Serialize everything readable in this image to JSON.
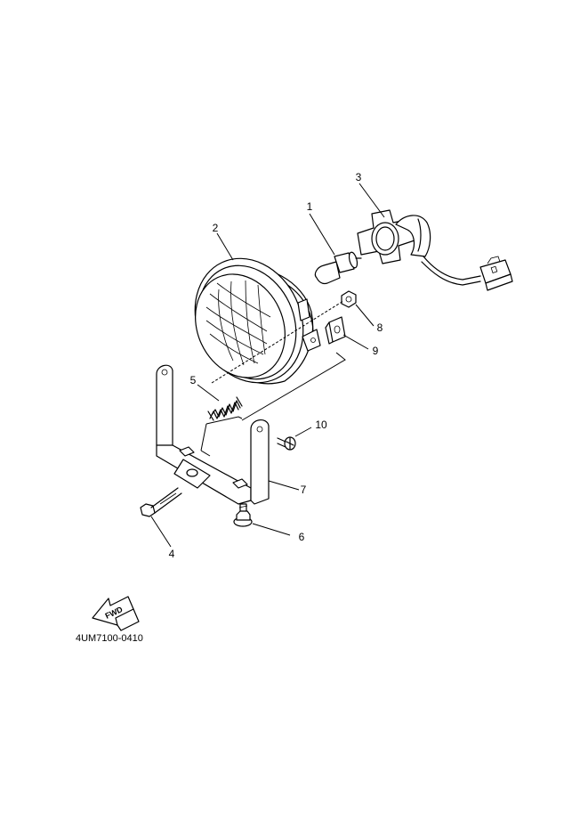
{
  "callouts": [
    {
      "id": "1",
      "label": "1"
    },
    {
      "id": "2",
      "label": "2"
    },
    {
      "id": "3",
      "label": "3"
    },
    {
      "id": "4",
      "label": "4"
    },
    {
      "id": "5",
      "label": "5"
    },
    {
      "id": "6",
      "label": "6"
    },
    {
      "id": "7",
      "label": "7"
    },
    {
      "id": "8",
      "label": "8"
    },
    {
      "id": "9",
      "label": "9"
    },
    {
      "id": "10",
      "label": "10"
    }
  ],
  "fwd_label": "FWD",
  "diagram_code": "4UM7100-0410"
}
